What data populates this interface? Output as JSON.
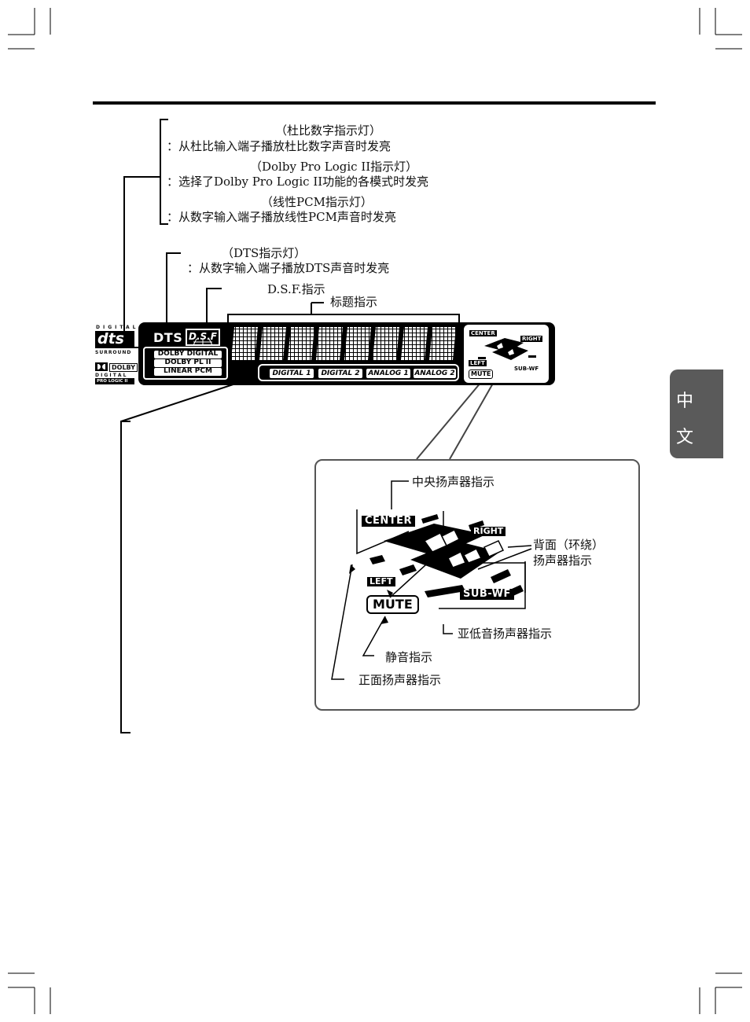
{
  "annotations": {
    "dolby_digital_title": "（杜比数字指示灯）",
    "dolby_digital_desc": "：从杜比输入端子播放杜比数字声音时发亮",
    "pl2_title": "（Dolby Pro Logic II指示灯）",
    "pl2_desc": "：选择了Dolby Pro Logic II功能的各模式时发亮",
    "linear_pcm_title": "（线性PCM指示灯）",
    "linear_pcm_desc": "：从数字输入端子播放线性PCM声音时发亮",
    "dts_title": "（DTS指示灯）",
    "dts_desc": "：从数字输入端子播放DTS声音时发亮",
    "dsf": "D.S.F.指示",
    "title_indicator": "标题指示"
  },
  "display": {
    "dts": "DTS",
    "dsf": "D.S.F",
    "dolby_digital": "DOLBY DIGITAL",
    "dolby_pl2": "DOLBY PL II",
    "linear_pcm": "LINEAR PCM",
    "inputs": [
      "DIGITAL 1",
      "DIGITAL 2",
      "ANALOG 1",
      "ANALOG 2"
    ],
    "center": "CENTER",
    "right": "RIGHT",
    "left": "LEFT",
    "sub_wf": "SUB-WF",
    "mute": "MUTE"
  },
  "logos": {
    "dts_top": "DIGITAL",
    "dts_mark": "dts",
    "dts_bottom": "SURROUND",
    "dolby_word": "DOLBY",
    "dolby_digital": "D I G I T A L",
    "dolby_plii": "PRO LOGIC II"
  },
  "callout": {
    "center_label": "中央扬声器指示",
    "rear_label_1": "背面（环绕）",
    "rear_label_2": "扬声器指示",
    "sub_label": "亚低音扬声器指示",
    "mute_label": "静音指示",
    "front_label": "正面扬声器指示"
  },
  "side_tab": {
    "char1": "中",
    "char2": "文"
  }
}
